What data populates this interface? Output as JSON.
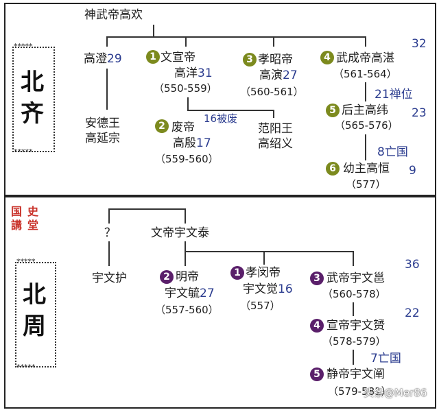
{
  "northern_qi": {
    "title_line1": "北",
    "title_line2": "齐",
    "stars": "*****",
    "founder": "神武帝高欢",
    "gaocheng": {
      "name": "高澄",
      "age": "29"
    },
    "an_de": {
      "line1": "安德王",
      "line2": "高延宗"
    },
    "wenxuan": {
      "num": "1",
      "title": "文宣帝",
      "name": "高洋",
      "age": "31",
      "years": "（550-559）"
    },
    "fei": {
      "num": "2",
      "title": "废帝",
      "name": "高殷",
      "age": "17",
      "years": "（559-560）"
    },
    "fei_note": "16被废",
    "fanyang": {
      "line1": "范阳王",
      "line2": "高绍义"
    },
    "xiaozhao": {
      "num": "3",
      "title": "孝昭帝",
      "name": "高演",
      "age": "27",
      "years": "（560-561）"
    },
    "wucheng": {
      "num": "4",
      "title": "武成帝高湛",
      "age": "32",
      "years": "（561-564）"
    },
    "wucheng_note": "21禅位",
    "houzhu": {
      "num": "5",
      "title": "后主高纬",
      "age": "23",
      "years": "（565-576）"
    },
    "houzhu_note": "8亡国",
    "youzhu": {
      "num": "6",
      "title": "幼主高恒",
      "age": "9",
      "years": "（577）"
    }
  },
  "northern_zhou": {
    "title_line1": "北",
    "title_line2": "周",
    "stars": "*****",
    "seal_chars": [
      "国",
      "史",
      "講",
      "堂"
    ],
    "unknown": "？",
    "founder": "文帝宇文泰",
    "yuwenhu": "宇文护",
    "ming": {
      "num": "2",
      "title": "明帝",
      "name": "宇文毓",
      "age": "27",
      "years": "（557-560）"
    },
    "xiaomin": {
      "num": "1",
      "title": "孝闵帝",
      "name": "宇文觉",
      "age": "16",
      "years": "（557）"
    },
    "wu": {
      "num": "3",
      "title": "武帝宇文邕",
      "age": "36",
      "years": "（560-578）"
    },
    "xuan": {
      "num": "4",
      "title": "宣帝宇文赟",
      "age": "22",
      "years": "（578-579）"
    },
    "jing_note": "7亡国",
    "jing": {
      "num": "5",
      "title": "静帝宇文阐",
      "years": "（579-581）"
    }
  },
  "watermark": "头条@Mer86"
}
